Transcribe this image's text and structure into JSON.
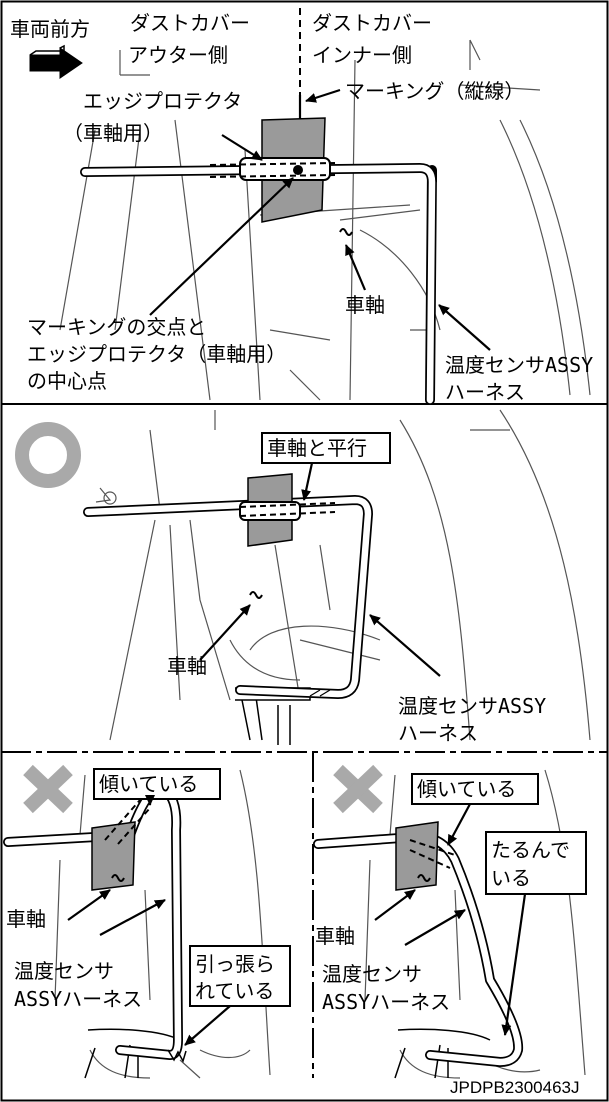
{
  "panel_top": {
    "front_label": "車両前方",
    "outer_side_line1": "ダストカバー",
    "outer_side_line2": "アウター側",
    "inner_side_line1": "ダストカバー",
    "inner_side_line2": "インナー側",
    "marking_label": "マーキング（縦線）",
    "edge_protector_line1": "エッジプロテクタ",
    "edge_protector_line2": "（車軸用）",
    "axle_label": "車軸",
    "intersection_line1": "マーキングの交点と",
    "intersection_line2": "エッジプロテクタ（車軸用）",
    "intersection_line3": "の中心点",
    "harness_line1": "温度センサASSY",
    "harness_line2": "ハーネス"
  },
  "panel_middle": {
    "status_symbol": "circle-ok",
    "parallel_label": "車軸と平行",
    "axle_label": "車軸",
    "harness_line1": "温度センサASSY",
    "harness_line2": "ハーネス"
  },
  "panel_bottom_left": {
    "status_symbol": "cross-ng",
    "tilted_label": "傾いている",
    "axle_label": "車軸",
    "harness_line1": "温度センサ",
    "harness_line2": "ASSYハーネス",
    "pulled_line1": "引っ張ら",
    "pulled_line2": "れている"
  },
  "panel_bottom_right": {
    "status_symbol": "cross-ng",
    "tilted_label": "傾いている",
    "slack_line1": "たるんで",
    "slack_line2": "いる",
    "axle_label": "車軸",
    "harness_line1": "温度センサ",
    "harness_line2": "ASSYハーネス"
  },
  "figure_id": "JPDPB2300463J"
}
